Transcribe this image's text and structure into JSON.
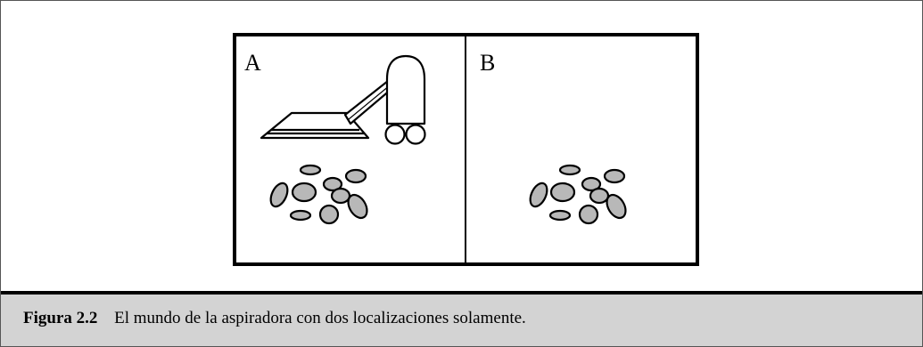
{
  "rooms": [
    {
      "label": "A",
      "has_vacuum": true,
      "has_dirt": true
    },
    {
      "label": "B",
      "has_vacuum": false,
      "has_dirt": true
    }
  ],
  "caption": {
    "label": "Figura 2.2",
    "text": "El mundo de la aspiradora con dos localizaciones solamente."
  },
  "colors": {
    "dirt_fill": "#b8b8b8",
    "caption_bg": "#d3d3d3",
    "stroke": "#000000"
  },
  "icons": [
    "vacuum-cleaner-icon",
    "dirt-icon"
  ]
}
